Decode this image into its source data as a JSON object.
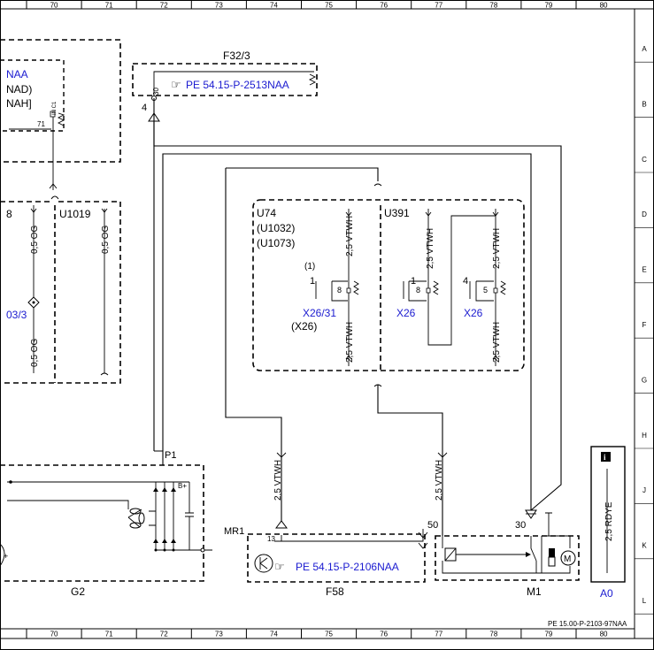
{
  "ruler": {
    "columns": [
      "70",
      "71",
      "72",
      "73",
      "74",
      "75",
      "76",
      "77",
      "78",
      "79",
      "80"
    ],
    "rows": [
      "A",
      "B",
      "C",
      "D",
      "E",
      "F",
      "G",
      "H",
      "J",
      "K",
      "L"
    ]
  },
  "left_module": {
    "ref_lines": [
      "NAA",
      "NAD)",
      "NAH]"
    ],
    "pin_label": "71",
    "connector_label": "IN C1"
  },
  "f32": {
    "label": "F32/3",
    "ref": "PE 54.15-P-2513NAA",
    "ref_icon": "pointing-hand-icon",
    "pin": "30",
    "terminal": "4"
  },
  "module_8": {
    "label": "8",
    "wire_top": "0,5 OG",
    "wire_bottom": "0,5 OG",
    "connector": "03/3"
  },
  "u1019": {
    "label": "U1019",
    "wire": "0,5 OG"
  },
  "u74": {
    "labels": [
      "U74",
      "(U1032)",
      "(U1073)"
    ],
    "wire_top": "2,5 VTWH",
    "wire_bottom": "2,5 VTWH",
    "variant_pin": "(1)",
    "pin_outer": "1",
    "pin_inner": "8",
    "connector": "X26/31",
    "connector_alt": "(X26)"
  },
  "u391": {
    "label": "U391",
    "wire_left": "2,5 VTWH",
    "wire_right_top": "2,5 VTWH",
    "wire_right_bottom": "2,5 VTWH",
    "pin_a_outer": "1",
    "pin_a_inner": "8",
    "pin_b_outer": "4",
    "pin_b_inner": "5",
    "connector_a": "X26",
    "connector_b": "X26"
  },
  "g2": {
    "label": "G2",
    "terminal": "P1",
    "bplus": "B+"
  },
  "f58": {
    "label": "F58",
    "terminal": "MR1",
    "pin": "13",
    "ref": "PE 54.15-P-2106NAA",
    "ref_icon": "pointing-hand-icon",
    "wire_left": "2,5 VTWH",
    "wire_right": "2,5 VTWH"
  },
  "m1": {
    "label": "M1",
    "pin_50": "50",
    "pin_30": "30",
    "motor_symbol": "M"
  },
  "a0": {
    "label": "A0",
    "wire": "2,5 RDYE",
    "info_icon": "info-icon"
  },
  "footer": {
    "doc_ref": "PE 15.00-P-2103-97NAA"
  }
}
